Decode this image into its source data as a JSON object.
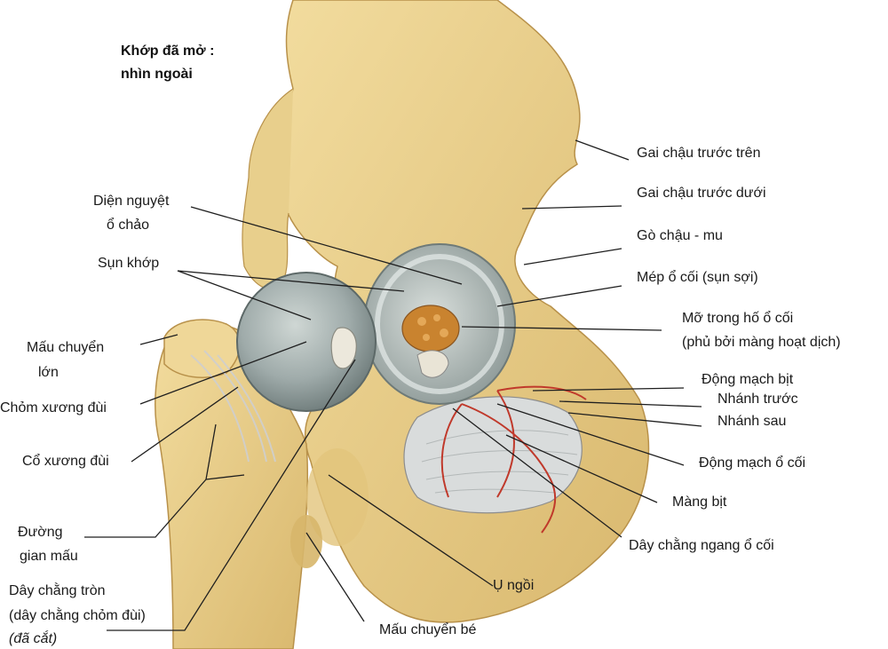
{
  "title": [
    "Khớp đã mở :",
    "nhìn ngoài"
  ],
  "labels": {
    "gai_chau_truoc_tren": "Gai chậu trước trên",
    "gai_chau_truoc_duoi": "Gai chậu trước dưới",
    "go_chau_mu": "Gò chậu - mu",
    "mep_o_coi": "Mép ổ cối (sụn sợi)",
    "mo_trong_ho_1": "Mỡ trong hố ổ cối",
    "mo_trong_ho_2": "(phủ bởi màng hoạt dịch)",
    "dong_mach_bit": "Động mạch bịt",
    "nhanh_truoc": "Nhánh trước",
    "nhanh_sau": "Nhánh sau",
    "dong_mach_o_coi": "Động mạch ổ cối",
    "mang_bit": "Màng bịt",
    "day_chang_ngang": "Dây chằng ngang ổ cối",
    "u_ngoi": "Ụ ngồi",
    "mau_chuyen_be": "Mấu chuyển bé",
    "dien_nguyet_1": "Diện nguyệt",
    "dien_nguyet_2": "ổ chảo",
    "sun_khop": "Sụn khớp",
    "mau_chuyen_lon_1": "Mấu chuyển",
    "mau_chuyen_lon_2": "lớn",
    "chom_xuong_dui": "Chỏm xương đùi",
    "co_xuong_dui": "Cổ xương đùi",
    "duong_gian_mau_1": "Đường",
    "duong_gian_mau_2": "gian mấu",
    "day_chang_tron_1": "Dây chằng tròn",
    "day_chang_tron_2": "(dây chằng chỏm đùi)",
    "day_chang_tron_3": "(đã cắt)"
  },
  "colors": {
    "bone": "#ecd28e",
    "bone_shadow": "#c9a45a",
    "cartilage": "#9aa6a3",
    "cartilage_light": "#c3ccc9",
    "fat": "#c9832f",
    "membrane": "#c8c8c8",
    "artery": "#c0392b",
    "leader": "#1f1f1f"
  }
}
